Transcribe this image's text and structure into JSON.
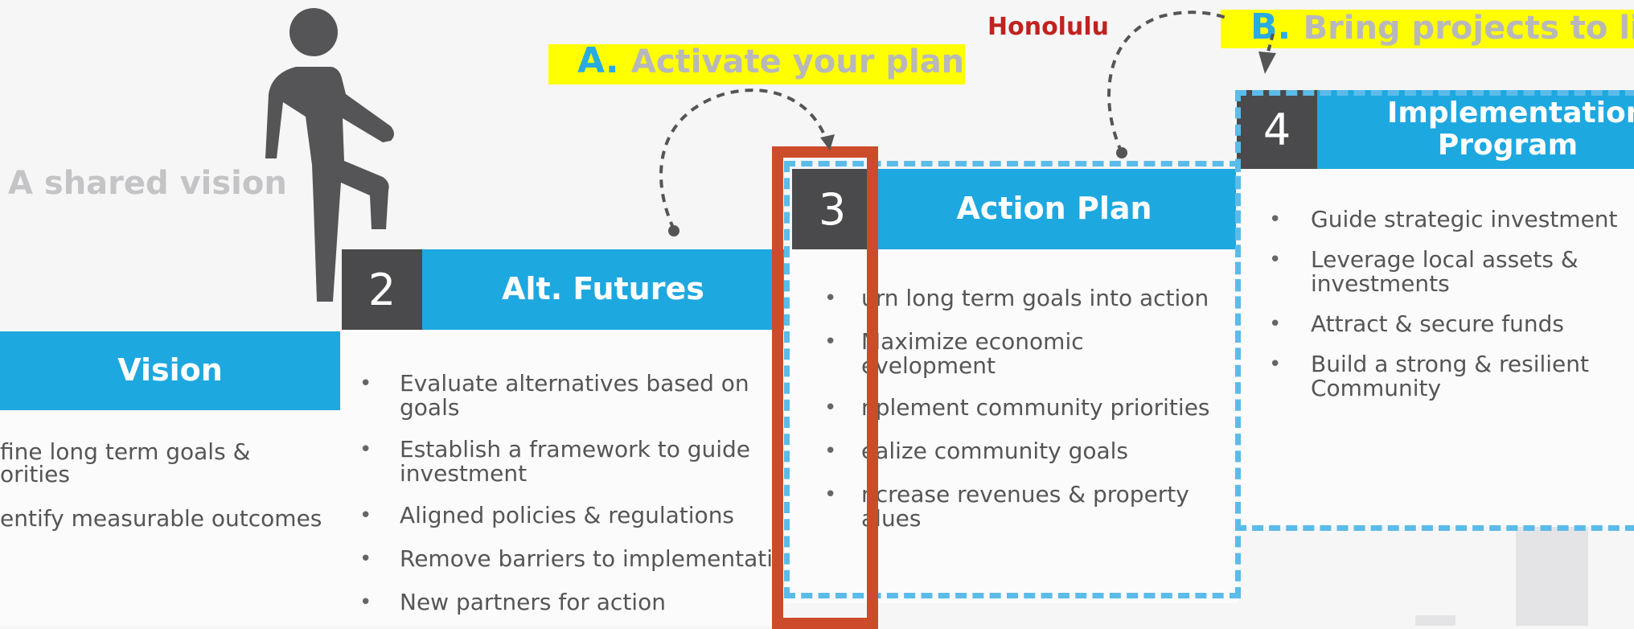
{
  "shared_vision": "A shared vision",
  "city_label": "Honolulu",
  "callouts": {
    "a": {
      "letter": "A.",
      "text": "Activate your plan"
    },
    "b": {
      "letter": "B.",
      "text": "Bring projects to life"
    }
  },
  "steps": [
    {
      "number": "",
      "title": "Vision",
      "bullets": [
        "fine long term goals & orities",
        "entify measurable outcomes"
      ]
    },
    {
      "number": "2",
      "title": "Alt. Futures",
      "bullets": [
        "Evaluate alternatives based on goals",
        "Establish a framework to guide investment",
        "Aligned policies & regulations",
        "Remove barriers to implementati",
        "New partners for action"
      ]
    },
    {
      "number": "3",
      "title": "Action Plan",
      "bullets": [
        "urn long term goals into action",
        "Maximize economic evelopment",
        "nplement community priorities",
        "ealize community goals",
        "ncrease revenues & property alues"
      ]
    },
    {
      "number": "4",
      "title": "Implementation Program",
      "bullets": [
        "Guide strategic investment",
        "Leverage local assets & investments",
        "Attract & secure funds",
        "Build a strong & resilient Community"
      ]
    }
  ],
  "colors": {
    "band_blue": "#1ea8e0",
    "number_box": "#4a4a4c",
    "highlight": "#ffff00",
    "dash_blue": "#5bbbe9",
    "red_box": "#cc4b2b",
    "city_red": "#c0231f"
  },
  "icons": {
    "person": "walking-person-icon",
    "arrow_a": "curved-dashed-arrow-icon",
    "arrow_b": "curved-dashed-arrow-icon"
  }
}
